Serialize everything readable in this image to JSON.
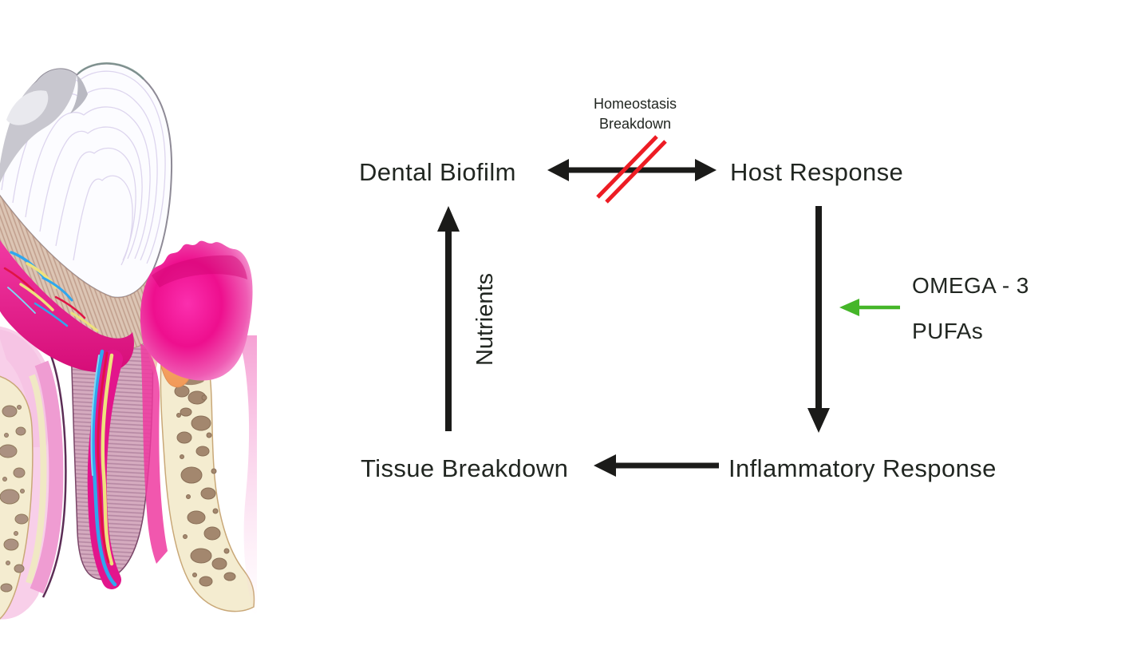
{
  "diagram": {
    "nodes": {
      "dental_biofilm": "Dental Biofilm",
      "host_response": "Host Response",
      "inflammatory_response": "Inflammatory Response",
      "tissue_breakdown": "Tissue Breakdown"
    },
    "labels": {
      "homeostasis_line1": "Homeostasis",
      "homeostasis_line2": "Breakdown",
      "nutrients": "Nutrients",
      "omega3_line1": "OMEGA - 3",
      "omega3_line2": "PUFAs"
    },
    "edges": [
      {
        "from": "Dental Biofilm",
        "to": "Host Response",
        "style": "double-headed",
        "status": "blocked",
        "label": "Homeostasis Breakdown"
      },
      {
        "from": "Host Response",
        "to": "Inflammatory Response",
        "style": "arrow-down",
        "inhibited_by": "OMEGA - 3 PUFAs"
      },
      {
        "from": "Inflammatory Response",
        "to": "Tissue Breakdown",
        "style": "arrow-left"
      },
      {
        "from": "Tissue Breakdown",
        "to": "Dental Biofilm",
        "style": "arrow-up",
        "label": "Nutrients"
      }
    ],
    "colors": {
      "arrow_black": "#1b1b19",
      "blocked_red": "#ed1c24",
      "inhibitor_green": "#45b629",
      "text": "#212621"
    }
  },
  "illustration": {
    "name": "tooth-periodontitis-cross-section",
    "parts": [
      "enamel crown",
      "dentin",
      "pulp with vessels",
      "root canal",
      "inflamed gingiva",
      "alveolar bone",
      "calculus deposit"
    ],
    "colors": {
      "enamel": "#fcfcff",
      "cusp_shading": "#c8c7cf",
      "dentin": "#dcc5b4",
      "root_dentin": "#d5abbf",
      "pulp": "#e2158c",
      "vessel_blue": "#2fa7ee",
      "vessel_yellow": "#eee27c",
      "vessel_red": "#e01345",
      "gum_inflamed": "#ee0f8e",
      "gum_light": "#f6c4e4",
      "bone": "#f4ecd0",
      "bone_trabeculae": "#a3876e",
      "calculus": "#f7b070"
    }
  },
  "background": "#ffffff"
}
